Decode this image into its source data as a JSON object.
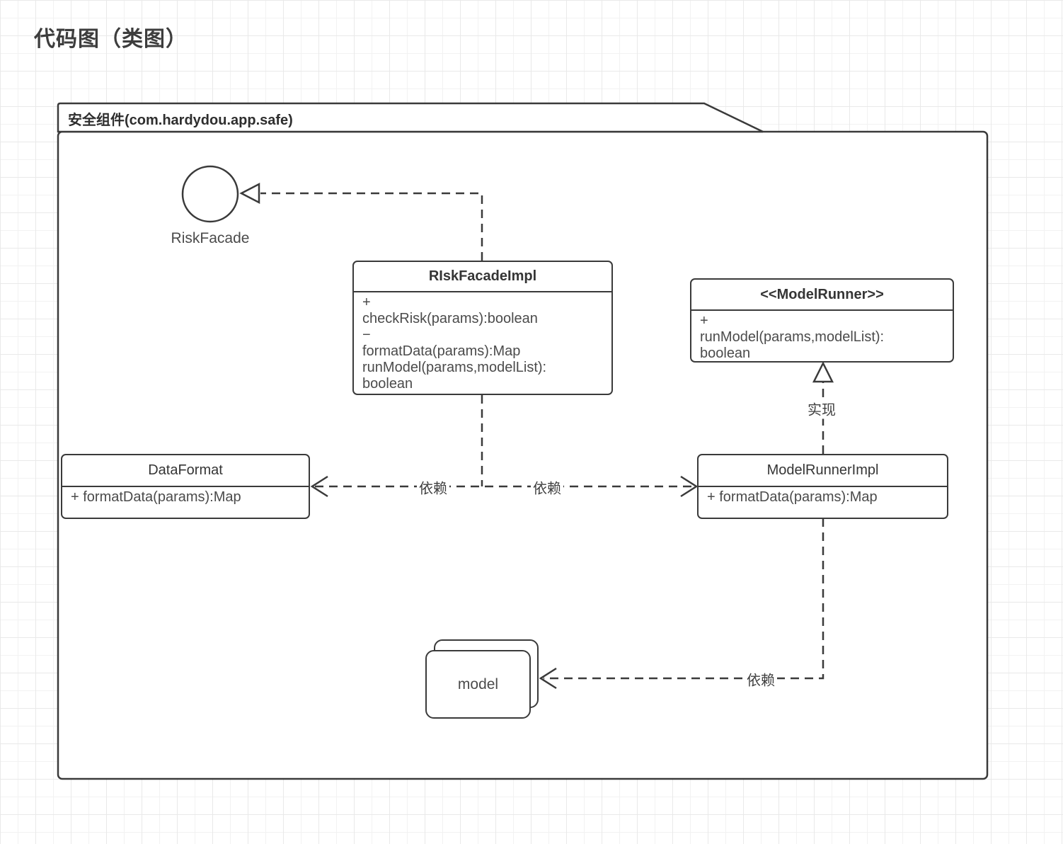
{
  "page": {
    "title": "代码图（类图）"
  },
  "package": {
    "label": "安全组件(com.hardydou.app.safe)"
  },
  "nodes": {
    "risk_facade": {
      "type": "interface-lollipop",
      "label": "RiskFacade"
    },
    "risk_facade_impl": {
      "type": "class",
      "title": "RIskFacadeImpl",
      "body_lines": [
        "+",
        "checkRisk(params):boolean",
        "−",
        "formatData(params):Map",
        "runModel(params,modelList):",
        "boolean"
      ]
    },
    "model_runner": {
      "type": "interface",
      "title": "<<ModelRunner>>",
      "body_lines": [
        "+",
        "runModel(params,modelList):",
        "boolean"
      ]
    },
    "data_format": {
      "type": "class",
      "title": "DataFormat",
      "body_lines": [
        "+ formatData(params):Map"
      ]
    },
    "model_runner_impl": {
      "type": "class",
      "title": "ModelRunnerImpl",
      "body_lines": [
        "+ formatData(params):Map"
      ]
    },
    "model": {
      "type": "component",
      "label": "model"
    }
  },
  "edges": {
    "impl_to_facade": {
      "from": "RIskFacadeImpl",
      "to": "RiskFacade",
      "label": "",
      "style": "dashed-triangle"
    },
    "impl_to_dataformat": {
      "from": "RIskFacadeImpl",
      "to": "DataFormat",
      "label": "依赖",
      "style": "dashed-open"
    },
    "impl_to_runnerimpl": {
      "from": "RIskFacadeImpl",
      "to": "ModelRunnerImpl",
      "label": "依赖",
      "style": "dashed-open"
    },
    "runnerimpl_to_runner": {
      "from": "ModelRunnerImpl",
      "to": "<<ModelRunner>>",
      "label": "实现",
      "style": "dashed-triangle"
    },
    "runnerimpl_to_model": {
      "from": "ModelRunnerImpl",
      "to": "model",
      "label": "依赖",
      "style": "dashed-open"
    }
  },
  "colors": {
    "line": "#3a3a3a",
    "text": "#4b4b4b",
    "heading": "#353535",
    "grid_minor": "#f2f2f2",
    "grid_major": "#e9e9e9",
    "background": "#ffffff"
  }
}
